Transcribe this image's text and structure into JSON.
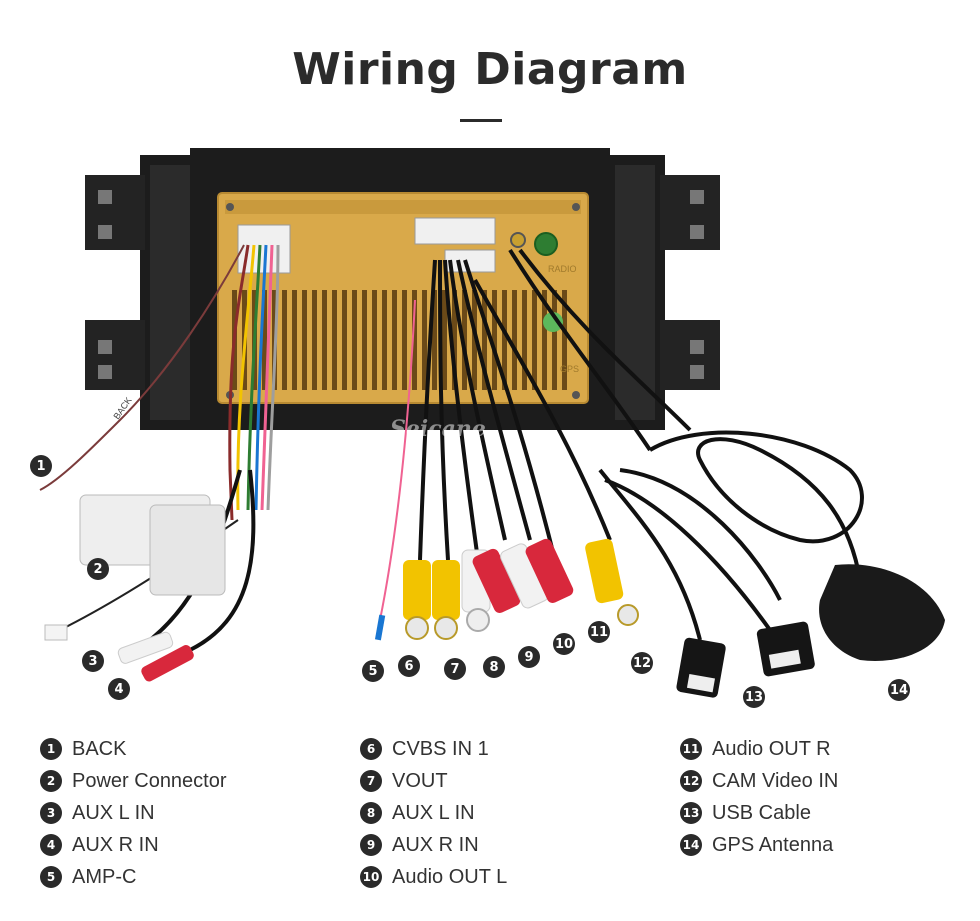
{
  "title": "Wiring Diagram",
  "watermark": "Seicane",
  "unit_labels": {
    "radio": "RADIO",
    "gps_port": "GPS"
  },
  "cable_tags": {
    "back": "BACK"
  },
  "callouts": [
    "1",
    "2",
    "3",
    "4",
    "5",
    "6",
    "7",
    "8",
    "9",
    "10",
    "11",
    "12",
    "13",
    "14"
  ],
  "legend": {
    "col1": [
      {
        "num": "1",
        "label": "BACK"
      },
      {
        "num": "2",
        "label": "Power Connector"
      },
      {
        "num": "3",
        "label": "AUX L IN"
      },
      {
        "num": "4",
        "label": "AUX R IN"
      },
      {
        "num": "5",
        "label": "AMP-C"
      }
    ],
    "col2": [
      {
        "num": "6",
        "label": "CVBS IN 1"
      },
      {
        "num": "7",
        "label": "VOUT"
      },
      {
        "num": "8",
        "label": "AUX L IN"
      },
      {
        "num": "9",
        "label": "AUX R IN"
      },
      {
        "num": "10",
        "label": "Audio OUT L"
      }
    ],
    "col3": [
      {
        "num": "11",
        "label": "Audio OUT R"
      },
      {
        "num": "12",
        "label": "CAM Video IN"
      },
      {
        "num": "13",
        "label": "USB Cable"
      },
      {
        "num": "14",
        "label": "GPS Antenna"
      }
    ]
  },
  "colors": {
    "frame": "#1c1c1c",
    "board": "#d9a94a",
    "rca_yellow": "#f2c300",
    "rca_red": "#d8283c",
    "rca_white": "#f2f2f2",
    "connector": "#eeeeee"
  }
}
